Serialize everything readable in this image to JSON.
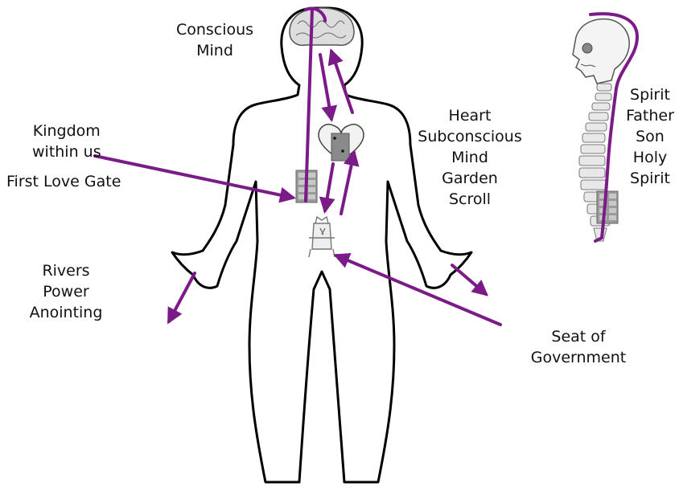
{
  "labels": {
    "conscious_mind": "Conscious\nMind",
    "kingdom": "Kingdom\nwithin us",
    "first_love_gate": "First Love Gate",
    "rivers": "Rivers\nPower\nAnointing",
    "heart": "Heart\nSubconscious\nMind\nGarden\nScroll",
    "seat": "Seat of\nGovernment",
    "spirit": "Spirit\nFather\nSon\nHoly\nSpirit"
  },
  "colors": {
    "arrow": "#7b1b88",
    "outline": "#000000",
    "gate_fill": "#9a9a9a",
    "heart_fill": "#8a8a8a"
  },
  "icons": [
    "brain-icon",
    "heart-icon",
    "gate-icon",
    "throne-icon",
    "skull-icon",
    "spine-icon"
  ]
}
